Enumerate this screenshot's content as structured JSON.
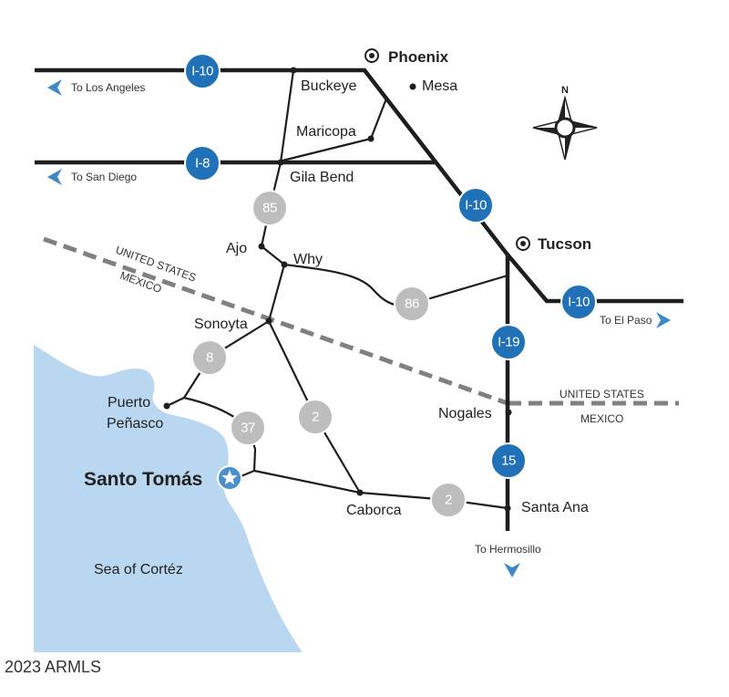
{
  "map": {
    "cities": {
      "phoenix": "Phoenix",
      "mesa": "Mesa",
      "buckeye": "Buckeye",
      "maricopa": "Maricopa",
      "gila_bend": "Gila Bend",
      "tucson": "Tucson",
      "ajo": "Ajo",
      "why": "Why",
      "sonoyta": "Sonoyta",
      "puerto_penasco": [
        "Puerto",
        "Peñasco"
      ],
      "nogales": "Nogales",
      "caborca": "Caborca",
      "santa_ana": "Santa Ana"
    },
    "destination": "Santo Tomás",
    "water": "Sea of Cortéz",
    "directions": {
      "west_top": "To Los Angeles",
      "west_bottom": "To San Diego",
      "east": "To El Paso",
      "south": "To Hermosillo"
    },
    "border_labels": {
      "west": {
        "north_side": "UNITED STATES",
        "south_side": "MEXICO"
      },
      "east": {
        "north_side": "UNITED STATES",
        "south_side": "MEXICO"
      }
    },
    "highway_shields": {
      "i10_west": "I-10",
      "i8": "I-8",
      "sr85": "85",
      "i10_central": "I-10",
      "sr86": "86",
      "i10_east": "I-10",
      "i19": "I-19",
      "mx8": "8",
      "mx2_north": "2",
      "mx37": "37",
      "mx15": "15",
      "mx2_east": "2"
    },
    "compass_north": "N"
  },
  "copyright": "2023 ARMLS",
  "icons": [
    "city-marker-icon",
    "town-marker-icon",
    "destination-star-icon",
    "arrow-left-icon",
    "arrow-right-icon",
    "arrow-down-icon",
    "compass-rose-icon"
  ],
  "colors": {
    "interstate_shield": "#2071b7",
    "state_shield": "#bdbdbd",
    "road": "#1e1e1e",
    "sea": "#b9d7f1",
    "border": "#808080",
    "direction_arrow": "#3f88c8"
  }
}
